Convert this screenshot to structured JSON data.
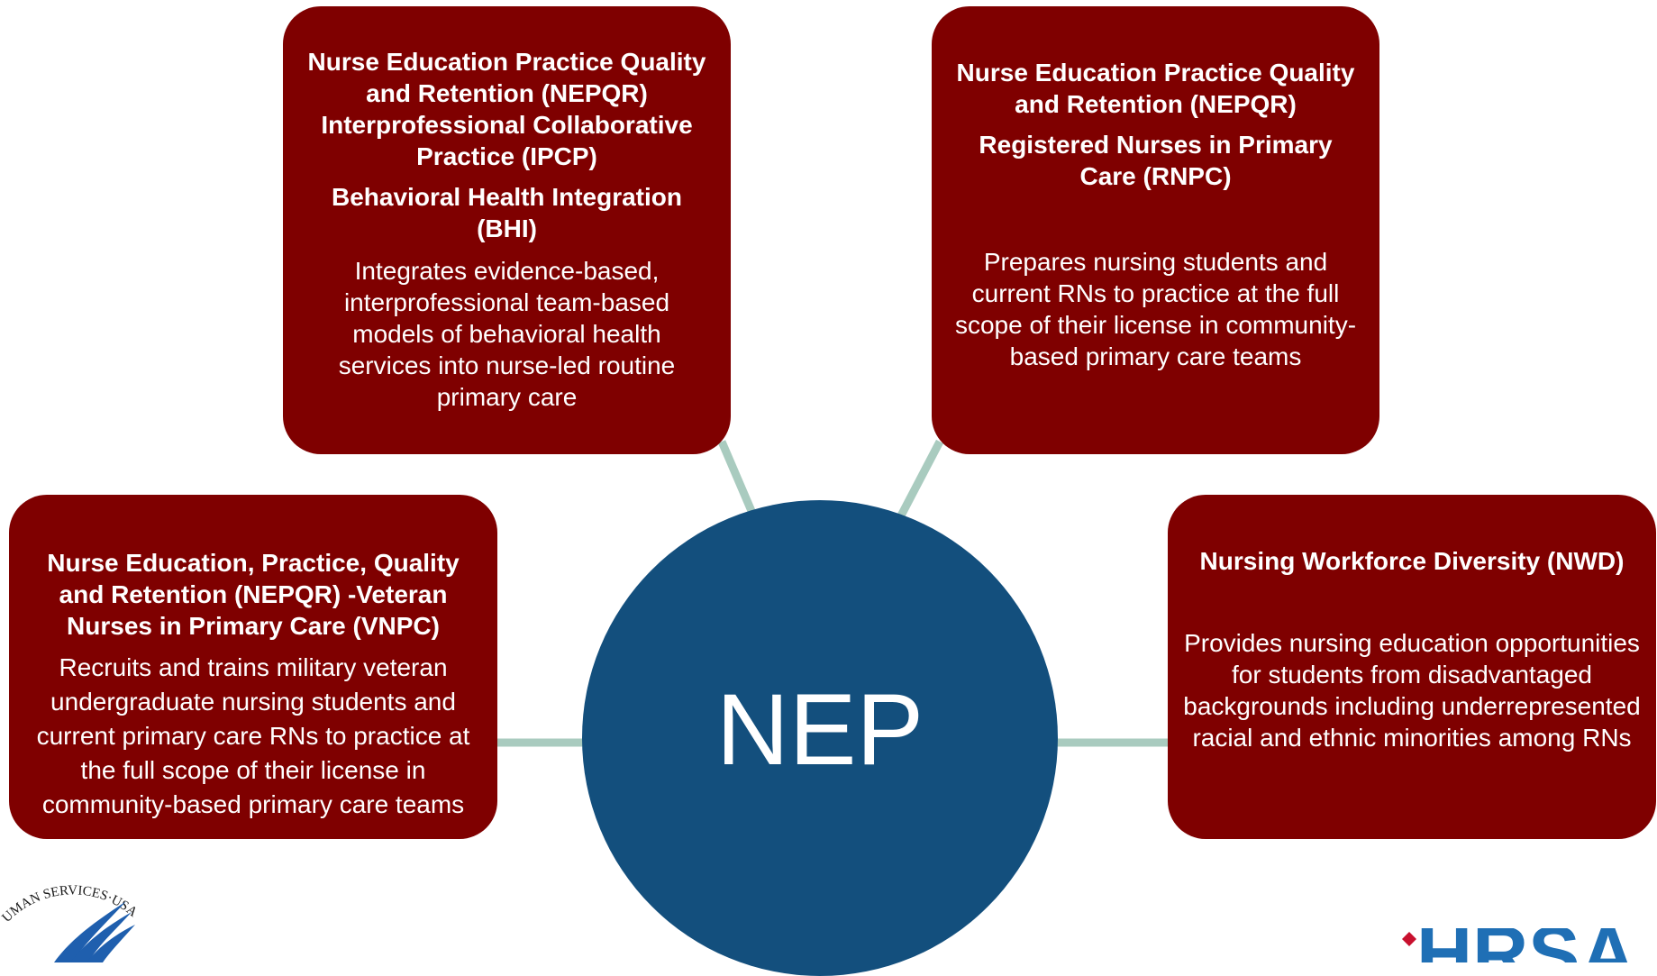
{
  "colors": {
    "box_fill": "#7f0000",
    "center_fill": "#134f7d",
    "connector": "#a9cbbf",
    "text": "#ffffff",
    "hrsa_blue": "#1f6fb5"
  },
  "center": {
    "label": "NEP"
  },
  "boxes": {
    "bhi": {
      "title": "Nurse Education Practice Quality and Retention (NEPQR) Interprofessional Collaborative Practice (IPCP)",
      "subtitle": "Behavioral Health Integration (BHI)",
      "description": "Integrates evidence-based, interprofessional team-based models of behavioral health services into nurse-led routine primary care"
    },
    "rnpc": {
      "title": "Nurse Education Practice Quality and Retention (NEPQR)",
      "subtitle": "Registered Nurses in Primary Care (RNPC)",
      "description": "Prepares nursing students and current RNs to practice at the full scope of their license in community-based primary care teams"
    },
    "vnpc": {
      "title": "Nurse Education, Practice, Quality and Retention (NEPQR) -Veteran Nurses in Primary Care (VNPC)",
      "description": "Recruits and trains military veteran undergraduate nursing students and current primary care RNs to practice at the full scope of their license in community-based primary care teams"
    },
    "nwd": {
      "title": "Nursing Workforce Diversity (NWD)",
      "description": "Provides nursing education opportunities for students from disadvantaged backgrounds including underrepresented racial and ethnic minorities among RNs"
    }
  },
  "logos": {
    "hhs_seal_text": "UMAN SERVICES·USA",
    "hrsa_text": "HRSA"
  }
}
